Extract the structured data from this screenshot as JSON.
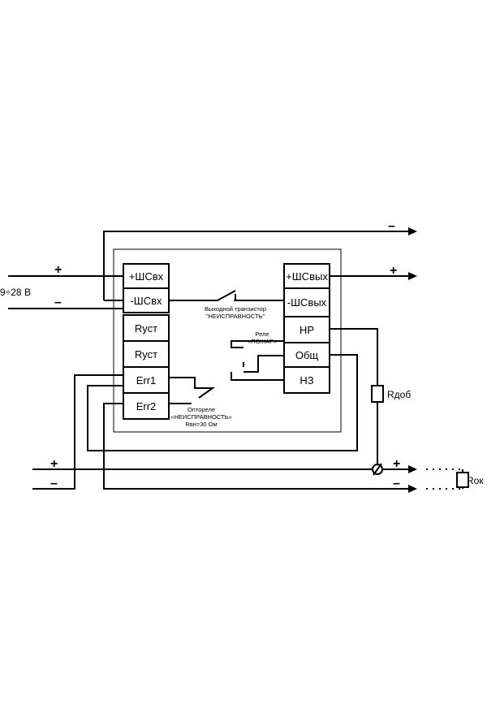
{
  "supply_label": "9÷28 В",
  "left_terminals": [
    "+ШСвх",
    "-ШСвх",
    "Rуст",
    "Rуст",
    "Err1",
    "Err2"
  ],
  "right_terminals": [
    "+ШСвых",
    "-ШСвых",
    "НР",
    "Общ",
    "НЗ"
  ],
  "transistor_label": [
    "Выходной транзистор",
    "\"НЕИСПРАВНОСТЬ\""
  ],
  "relay_label": [
    "Реле",
    "«ПОЖАР»"
  ],
  "optorelay_label": [
    "Оптореле",
    "«НЕИСПРАВНОСТЬ»",
    "Rвн=30 Ом"
  ],
  "resistor_add_label": "Rдоб",
  "resistor_end_label": "Rок",
  "signs": {
    "plus": "+",
    "minus": "–"
  }
}
